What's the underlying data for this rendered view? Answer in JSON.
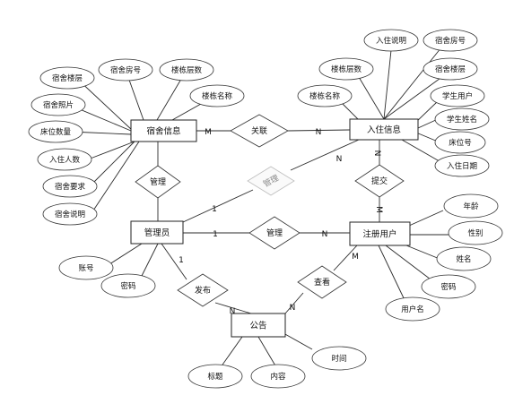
{
  "entities": {
    "dorm_info": "宿舍信息",
    "checkin_info": "入住信息",
    "admin": "管理员",
    "user": "注册用户",
    "notice": "公告"
  },
  "relationships": {
    "link": "关联",
    "manage_dorm": "管理",
    "manage_checkin": "管理",
    "manage_user": "管理",
    "submit": "提交",
    "publish": "发布",
    "view": "查看"
  },
  "attributes": {
    "dorm_info": [
      "宿舍楼层",
      "宿舍房号",
      "楼栋层数",
      "楼栋名称",
      "宿舍照片",
      "床位数量",
      "入住人数",
      "宿舍要求",
      "宿舍说明"
    ],
    "checkin_info": [
      "入住说明",
      "宿舍房号",
      "楼栋层数",
      "宿舍楼层",
      "楼栋名称",
      "学生用户",
      "学生姓名",
      "床位号",
      "入住日期"
    ],
    "admin": [
      "账号",
      "密码"
    ],
    "user": [
      "年龄",
      "性别",
      "姓名",
      "密码",
      "用户名"
    ],
    "notice": [
      "标题",
      "内容",
      "时间"
    ]
  },
  "cardinalities": {
    "link_dorm": "M",
    "link_checkin": "N",
    "manage_checkin_admin": "1",
    "manage_checkin_target": "N",
    "manage_user_admin": "1",
    "manage_user_target": "N",
    "submit_checkin": "N",
    "submit_user": "M",
    "publish_admin": "1",
    "publish_notice": "N",
    "view_notice": "N",
    "view_user": "M"
  }
}
